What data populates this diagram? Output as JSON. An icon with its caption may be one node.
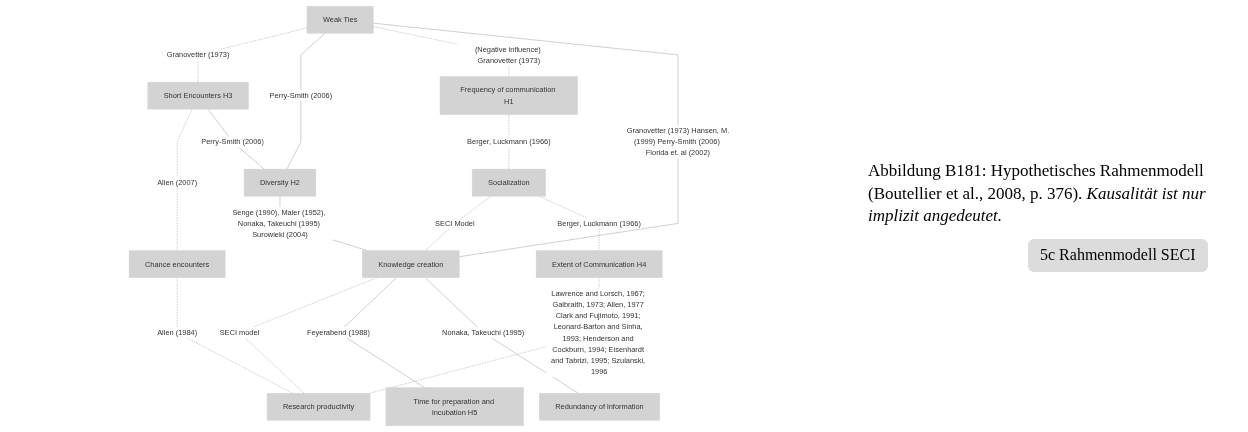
{
  "diagram": {
    "caption": "Abbildung B181: Hypothetisches Rahmenmodell (Boutellier et al., 2008, p. 376). *Kausalität ist nur implizit angedeutet.*",
    "nodes": [
      {
        "text": [
          "Weak Ties"
        ]
      },
      {
        "text": [
          "Short Encounters H3"
        ]
      },
      {
        "text": [
          "Chance encounters"
        ]
      },
      {
        "text": [
          "Diversity H2"
        ]
      },
      {
        "text": [
          "Frequency of communication H1"
        ]
      },
      {
        "text": [
          "Socialization"
        ]
      },
      {
        "text": [
          "Knowledge creation"
        ]
      },
      {
        "text": [
          "Research productivity"
        ]
      },
      {
        "text": [
          "Extent of Communication H4"
        ]
      },
      {
        "text": [
          "Time for preparation and incubation H5"
        ]
      },
      {
        "text": [
          "Redundancy of information"
        ]
      }
    ],
    "edges": [
      {
        "from": 0,
        "to": 1,
        "arrow": "none",
        "label": "Granovetter (1973)",
        "style": "dashed"
      },
      {
        "from": 1,
        "to": 2,
        "arrow": "none",
        "label": "Allen (2007)",
        "style": "dashed"
      },
      {
        "from": 0,
        "to": 3,
        "arrow": "none",
        "label": "Perry-Smith (2006)"
      },
      {
        "from": 1,
        "to": 3,
        "arrow": "none",
        "label": "Perry-Smith (2006)"
      },
      {
        "from": 0,
        "to": 4,
        "arrow": "none",
        "label": "(Negative influence) Granovetter (1973)",
        "style": "dashed"
      },
      {
        "from": 0,
        "to": 6,
        "arrow": "none",
        "label": "Granovetter (1973) Hansen, M.(1999) Perry-Smith (2006) Florida et. al (2002)"
      },
      {
        "from": 3,
        "to": 6,
        "arrow": "none",
        "label": "Senge (1990), Maier (1952), Nonaka, Takeuchi (1995) Surowieki (2004)"
      },
      {
        "from": 2,
        "to": 7,
        "arrow": "none",
        "label": "Allen (1984)",
        "style": "dashed"
      },
      {
        "from": 4,
        "to": 5,
        "arrow": "none",
        "label": "Berger, Luckmann (1966)",
        "style": "dashed"
      },
      {
        "from": 5,
        "to": 6,
        "arrow": "none",
        "label": "SECI Model",
        "style": "dashed"
      },
      {
        "from": 6,
        "to": 7,
        "arrow": "none",
        "label": "SECI model",
        "style": "dashed"
      },
      {
        "from": 5,
        "to": 8,
        "arrow": "none",
        "label": "Berger, Luckmann (1966)",
        "style": "dashed"
      },
      {
        "from": 6,
        "to": 9,
        "arrow": "none",
        "label": "Feyerabend (1988)"
      },
      {
        "from": 6,
        "to": 10,
        "arrow": "none",
        "label": "Nonaka, Takeuchi (1995)"
      },
      {
        "from": 8,
        "to": 7,
        "arrow": "none",
        "label": "Lawrence and Lorsch, 1967; Galbraith, 1973; Allen, 1977 Clark and Fujimoto, 1991; Leonard-Barton and Sinha, 1993; Henderson and Cockburn, 1994; Eisenhardt and Tabrizi, 1995; Szulanski, 1996",
        "style": "dashed"
      }
    ],
    "labels": [
      "5c Rahmenmodell SECI"
    ]
  }
}
